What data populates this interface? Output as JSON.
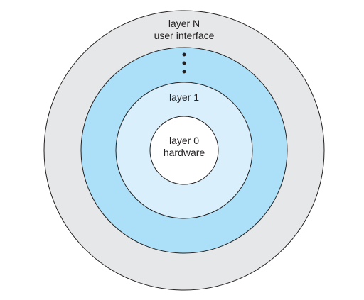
{
  "diagram": {
    "outer_layer": {
      "name": "layer N",
      "role": "user interface"
    },
    "middle_layer": {
      "name": "layer 1"
    },
    "core_layer": {
      "name": "layer 0",
      "role": "hardware"
    },
    "colors": {
      "outer_fill": "#e6e7e8",
      "band_fill": "#ace0f8",
      "inner_fill": "#d9effb",
      "core_fill": "#ffffff",
      "stroke": "#231f20"
    }
  }
}
